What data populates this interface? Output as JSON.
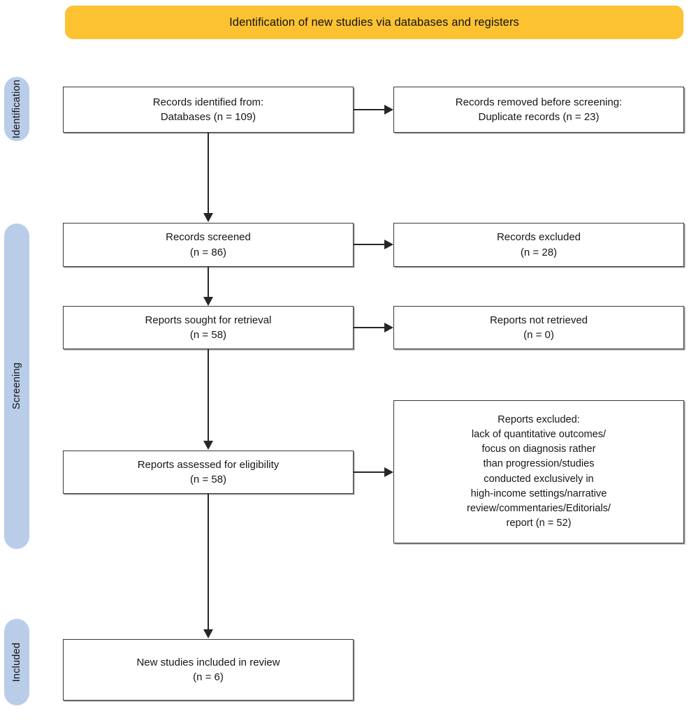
{
  "banner": {
    "title": "Identification of new studies via databases and registers",
    "color": "#FDC232"
  },
  "stages": {
    "color": "#B9CDE9",
    "identification": "Identification",
    "screening": "Screening",
    "included": "Included"
  },
  "nodes": {
    "identified": "Records identified from:\nDatabases (n = 109)",
    "removed": "Records removed before screening:\nDuplicate records (n = 23)",
    "screened": "Records screened\n(n = 86)",
    "records_excluded": "Records excluded\n(n = 28)",
    "sought": "Reports sought for retrieval\n(n = 58)",
    "not_retrieved": "Reports not retrieved\n(n = 0)",
    "assessed": "Reports assessed for eligibility\n(n = 58)",
    "reports_excluded": "Reports excluded:\nlack of quantitative outcomes/\nfocus on diagnosis rather\nthan progression/studies\nconducted exclusively in\nhigh-income settings/narrative\nreview/commentaries/Editorials/\nreport (n = 52)",
    "included": "New studies included in review\n(n = 6)"
  },
  "counts": {
    "databases": 109,
    "duplicates": 23,
    "screened": 86,
    "records_excluded": 28,
    "sought": 58,
    "not_retrieved": 0,
    "assessed": 58,
    "reports_excluded": 52,
    "included": 6
  }
}
